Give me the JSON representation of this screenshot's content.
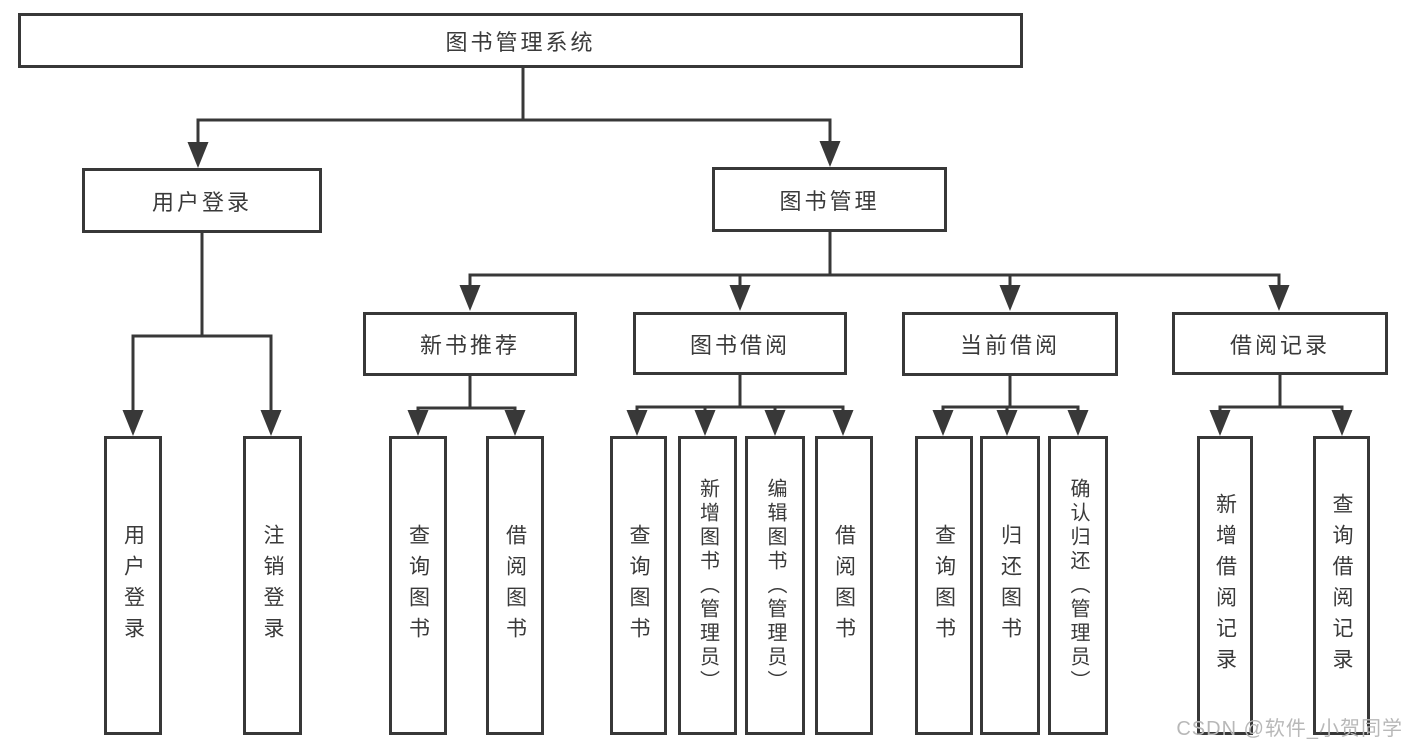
{
  "title": "图书管理系统",
  "tree": {
    "root": "图书管理系统",
    "branches": [
      {
        "label": "用户登录",
        "children": [
          "用户登录",
          "注销登录"
        ]
      },
      {
        "label": "图书管理",
        "children": [
          {
            "label": "新书推荐",
            "children": [
              "查询图书",
              "借阅图书"
            ]
          },
          {
            "label": "图书借阅",
            "children": [
              "查询图书",
              "新增图书（管理员）",
              "编辑图书（管理员）",
              "借阅图书"
            ]
          },
          {
            "label": "当前借阅",
            "children": [
              "查询图书",
              "归还图书",
              "确认归还（管理员）"
            ]
          },
          {
            "label": "借阅记录",
            "children": [
              "新增借阅记录",
              "查询借阅记录"
            ]
          }
        ]
      }
    ]
  },
  "watermark": "CSDN @软件_小贺同学",
  "colors": {
    "line": "#383838",
    "text": "#3a3a3a",
    "background": "#ffffff",
    "watermark": "#b8b8b8"
  }
}
